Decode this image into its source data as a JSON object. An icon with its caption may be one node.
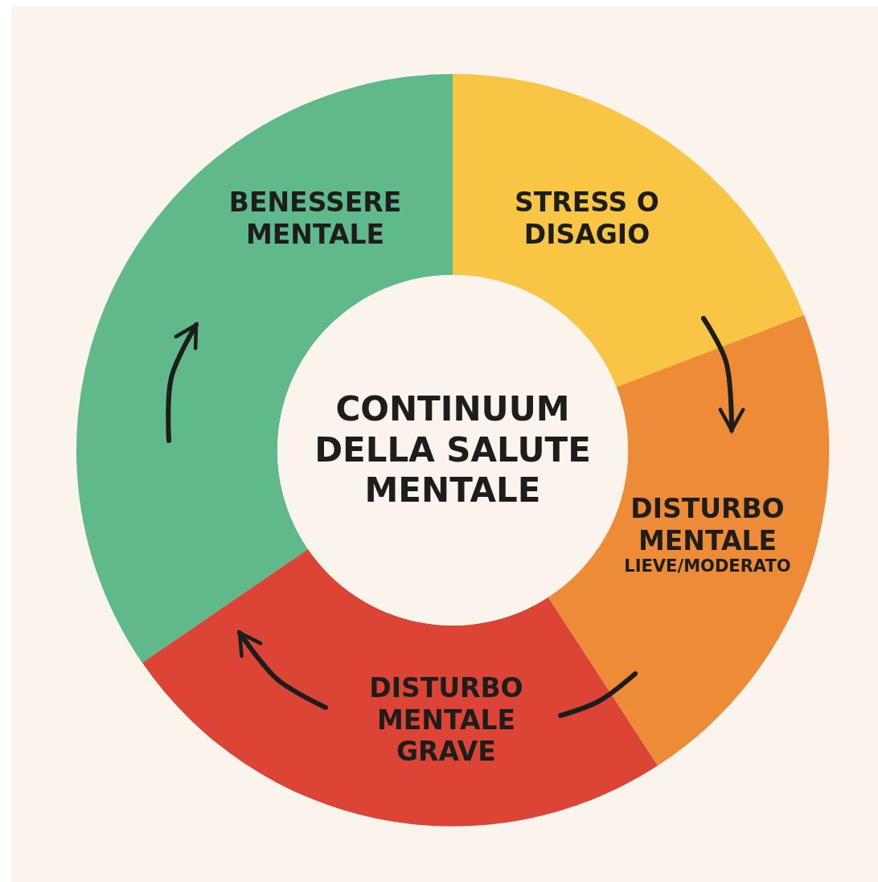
{
  "diagram": {
    "nodes": [
      {
        "text": [
          "CONTINUUM DELLA SALUTE MENTALE"
        ]
      },
      {
        "text": [
          "BENESSERE MENTALE"
        ]
      },
      {
        "text": [
          "STRESS O DISAGIO"
        ]
      },
      {
        "text": [
          "DISTURBO MENTALE",
          "LIEVE/MODERATO"
        ]
      },
      {
        "text": [
          "DISTURBO MENTALE GRAVE"
        ]
      }
    ],
    "edges": [
      {
        "from": 2,
        "to": 3,
        "arrow": "to"
      },
      {
        "from": 3,
        "to": 4,
        "arrow": "none"
      },
      {
        "from": 4,
        "to": 1,
        "arrow": "to"
      }
    ]
  }
}
